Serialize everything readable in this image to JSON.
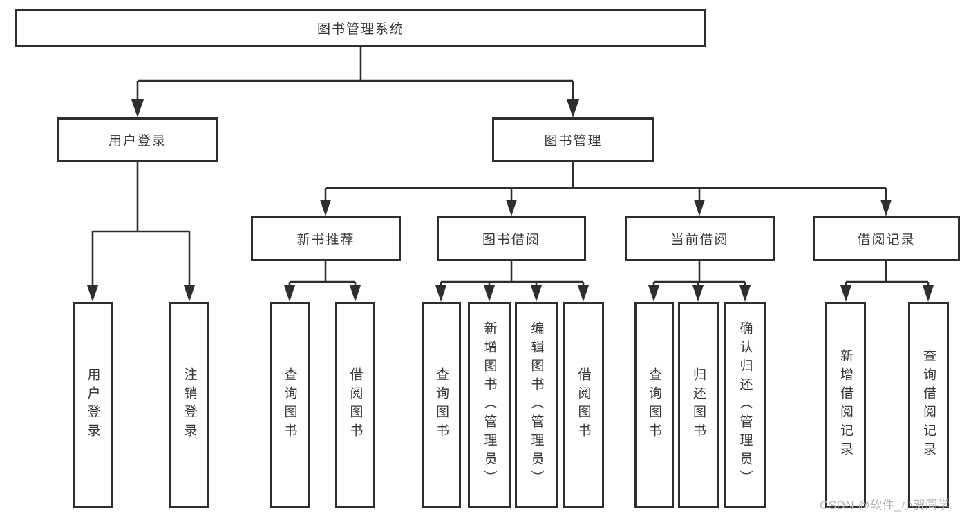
{
  "diagram": {
    "type": "hierarchy-tree",
    "nodes": {
      "root": "图书管理系统",
      "userLogin": "用户登录",
      "bookMgmt": "图书管理",
      "newBookRec": "新书推荐",
      "bookBorrow": "图书借阅",
      "currentBorrow": "当前借阅",
      "borrowLog": "借阅记录",
      "loginUser": "用户登录",
      "loginOut": "注销登录",
      "recQuery": "查询图书",
      "recBorrow": "借阅图书",
      "borrowQuery": "查询图书",
      "borrowAdd": "新增图书（管理员）",
      "borrowEdit": "编辑图书（管理员）",
      "borrowDo": "借阅图书",
      "curQuery": "查询图书",
      "curReturn": "归还图书",
      "curConfirm": "确认归还（管理员）",
      "logAdd": "新增借阅记录",
      "logQuery": "查询借阅记录"
    },
    "tree": {
      "root": "root",
      "children": [
        {
          "id": "userLogin",
          "children": [
            "loginUser",
            "loginOut"
          ]
        },
        {
          "id": "bookMgmt",
          "children": [
            {
              "id": "newBookRec",
              "children": [
                "recQuery",
                "recBorrow"
              ]
            },
            {
              "id": "bookBorrow",
              "children": [
                "borrowQuery",
                "borrowAdd",
                "borrowEdit",
                "borrowDo"
              ]
            },
            {
              "id": "currentBorrow",
              "children": [
                "curQuery",
                "curReturn",
                "curConfirm"
              ]
            },
            {
              "id": "borrowLog",
              "children": [
                "logAdd",
                "logQuery"
              ]
            }
          ]
        }
      ]
    }
  },
  "watermark": "CSDN @软件_小贺同学",
  "colors": {
    "line": "#2e2e2e",
    "text": "#363636",
    "watermark": "#b5b5b5",
    "background": "#ffffff"
  }
}
